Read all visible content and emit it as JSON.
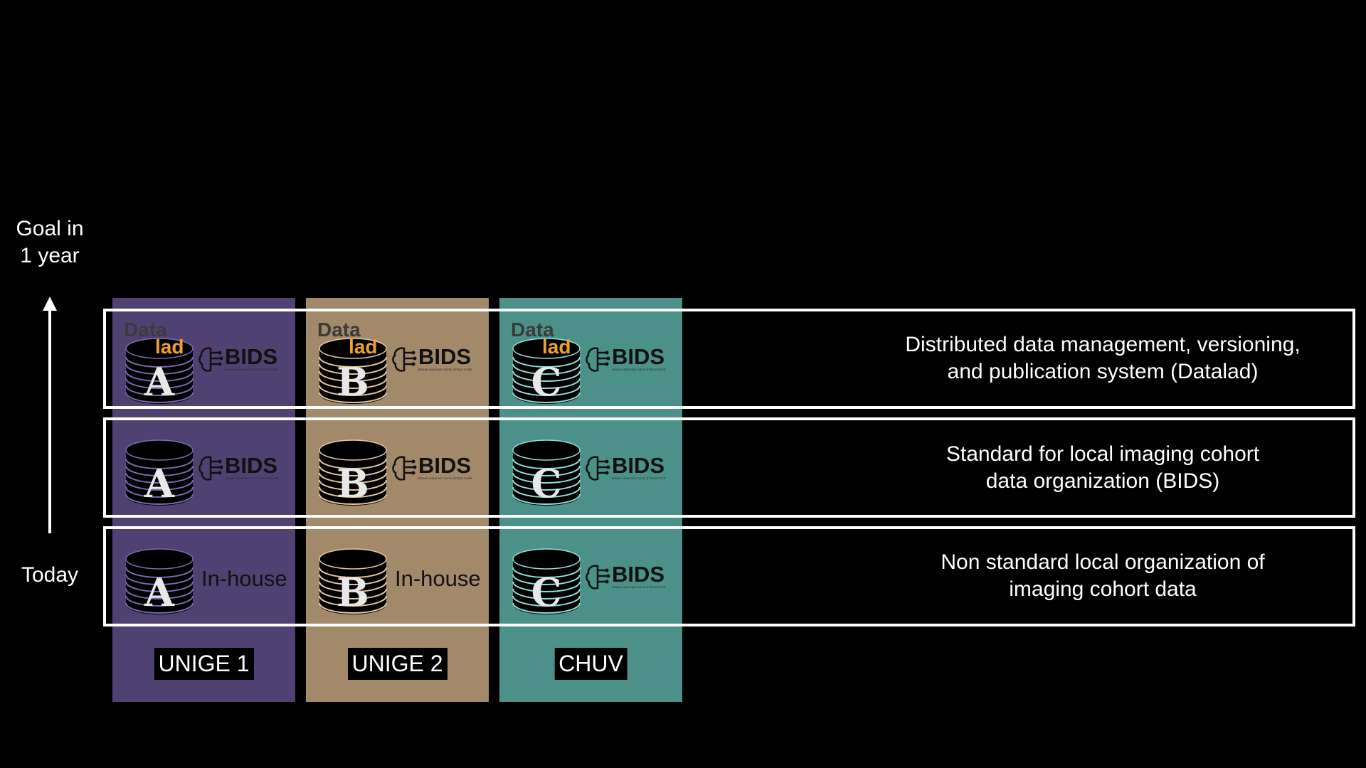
{
  "axis": {
    "top_label": "Goal in\n1 year",
    "bottom_label": "Today"
  },
  "columns": [
    {
      "name": "UNIGE 1",
      "letter": "A",
      "color": "#4f4272",
      "stripe": "#7a6ab0"
    },
    {
      "name": "UNIGE 2",
      "letter": "B",
      "color": "#a1896a",
      "stripe": "#e8c79a"
    },
    {
      "name": "CHUV",
      "letter": "C",
      "color": "#4b9189",
      "stripe": "#8fe0d6"
    }
  ],
  "rows": [
    {
      "description": "Distributed data management, versioning,\nand publication system (Datalad)",
      "cells": [
        "bids",
        "bids",
        "bids"
      ],
      "datalad": true
    },
    {
      "description": "Standard for local imaging cohort\ndata organization (BIDS)",
      "cells": [
        "bids",
        "bids",
        "bids"
      ],
      "datalad": false
    },
    {
      "description": "Non standard local organization of\nimaging cohort data",
      "cells": [
        "inhouse",
        "inhouse",
        "bids"
      ],
      "datalad": false
    }
  ],
  "logos": {
    "bids": "BIDS",
    "bids_sub": "BRAIN IMAGING DATA STRUCTURE",
    "inhouse": "In-house",
    "datalad_1": "Data",
    "datalad_2": "lad"
  }
}
